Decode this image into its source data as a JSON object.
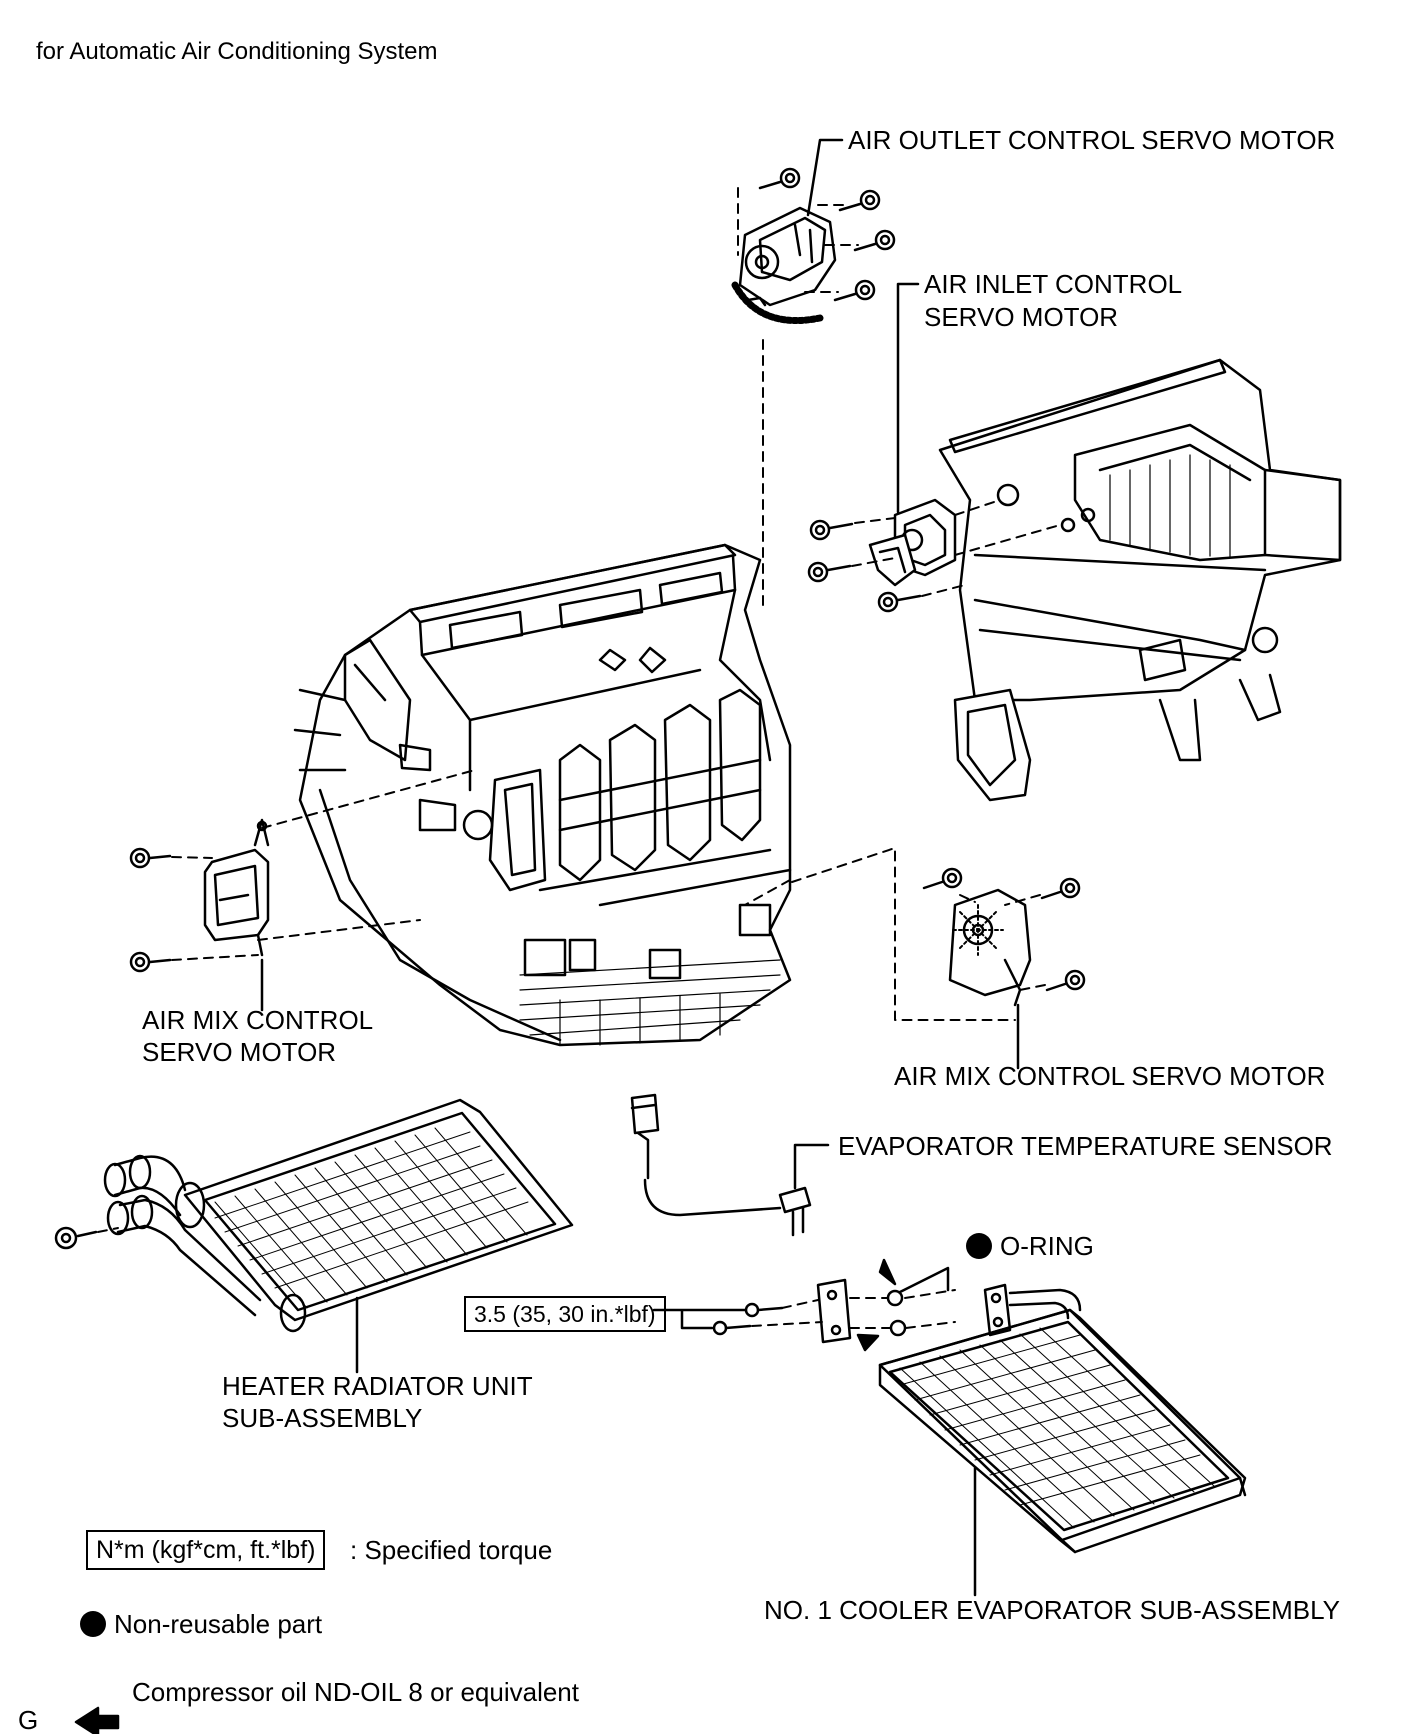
{
  "subtitle": "for Automatic Air Conditioning System",
  "labels": {
    "air_outlet_servo": "AIR OUTLET CONTROL SERVO MOTOR",
    "air_inlet_servo_1": "AIR INLET CONTROL",
    "air_inlet_servo_2": "SERVO MOTOR",
    "air_mix_left_1": "AIR MIX CONTROL",
    "air_mix_left_2": "SERVO MOTOR",
    "air_mix_right": "AIR MIX CONTROL SERVO MOTOR",
    "evap_sensor": "EVAPORATOR TEMPERATURE SENSOR",
    "o_ring": "O-RING",
    "torque": "3.5 (35, 30 in.*lbf)",
    "heater_radiator_1": "HEATER RADIATOR UNIT",
    "heater_radiator_2": "SUB-ASSEMBLY",
    "cooler_evaporator": "NO. 1 COOLER EVAPORATOR SUB-ASSEMBLY"
  },
  "legend": {
    "torque_unit": "N*m (kgf*cm, ft.*lbf)",
    "torque_desc": ": Specified torque",
    "non_reusable": "Non-reusable part",
    "compressor_oil": "Compressor oil ND-OIL 8 or equivalent"
  },
  "figure_code": "G"
}
